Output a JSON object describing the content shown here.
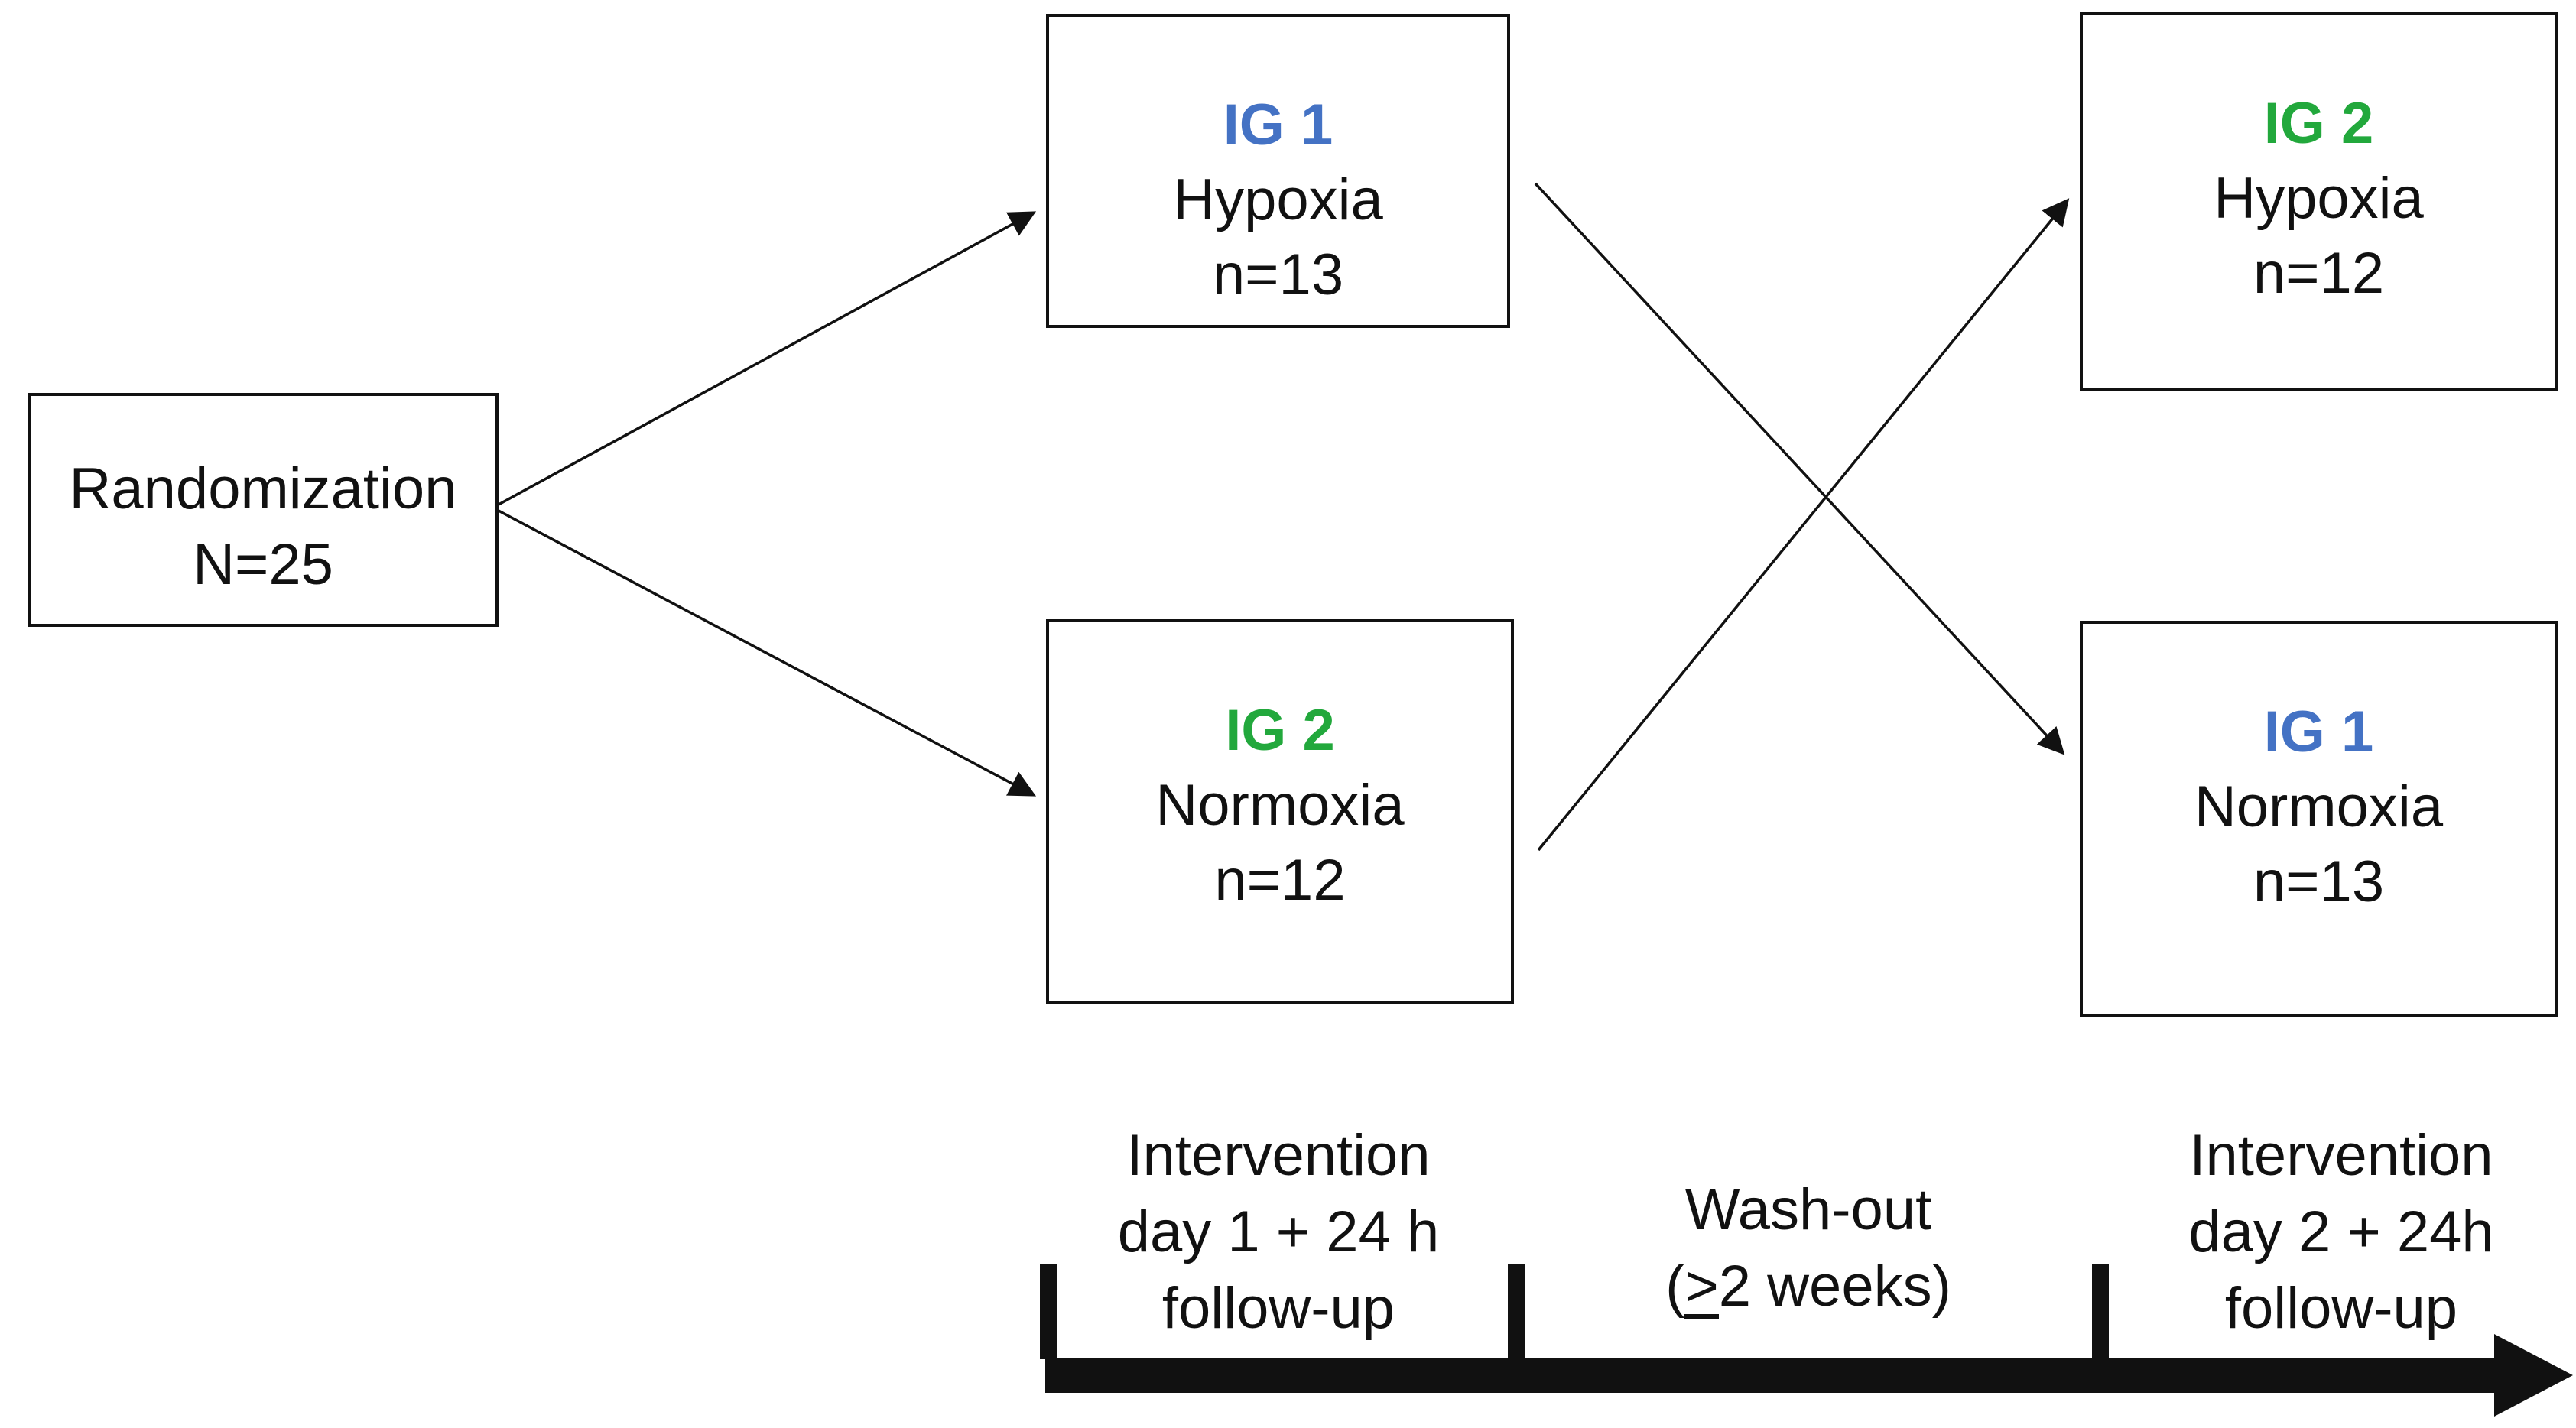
{
  "randomization": {
    "title": "Randomization",
    "n": "N=25"
  },
  "groups": {
    "period1_top": {
      "label": "IG 1",
      "condition": "Hypoxia",
      "n": "n=13",
      "color_key": "ig1"
    },
    "period1_bottom": {
      "label": "IG 2",
      "condition": "Normoxia",
      "n": "n=12",
      "color_key": "ig2"
    },
    "period2_top": {
      "label": "IG 2",
      "condition": "Hypoxia",
      "n": "n=12",
      "color_key": "ig2"
    },
    "period2_bottom": {
      "label": "IG 1",
      "condition": "Normoxia",
      "n": "n=13",
      "color_key": "ig1"
    }
  },
  "timeline": {
    "phase1": [
      "Intervention",
      "day 1 + 24 h",
      "follow-up"
    ],
    "washout": {
      "line1": "Wash-out",
      "open": "(",
      "gte": ">",
      "rest": "2 weeks)"
    },
    "phase2": [
      "Intervention",
      "day 2 + 24h",
      "follow-up"
    ]
  },
  "colors": {
    "ig1": "#4472C4",
    "ig2": "#22A83C",
    "line": "#111111"
  }
}
